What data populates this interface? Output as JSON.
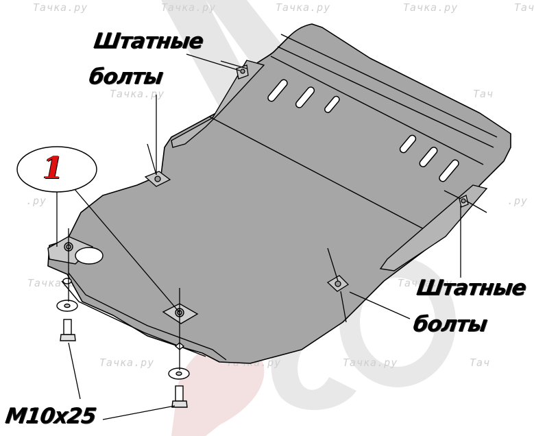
{
  "diagram": {
    "subject": "Engine skid plate installation scheme",
    "colors": {
      "plate_fill": "#a6a6a6",
      "outline": "#000000",
      "callout_number": "#e01010",
      "watermark_text": "#cfcfcf",
      "logo_gray": "#e4e4e4",
      "logo_red": "#f2dcdc"
    },
    "labels": {
      "top_left_line1": "Штатные",
      "top_left_line2": "болты",
      "bottom_right_line1": "Штатные",
      "bottom_right_line2": "болты",
      "fastener": "M10x25"
    },
    "callout": {
      "number": "1"
    },
    "watermark": {
      "text": "Тачка.ру",
      "short": "Тач",
      "suffix": ".ру"
    },
    "logo": {
      "text_top": "AL",
      "text_bottom": "eco"
    }
  }
}
